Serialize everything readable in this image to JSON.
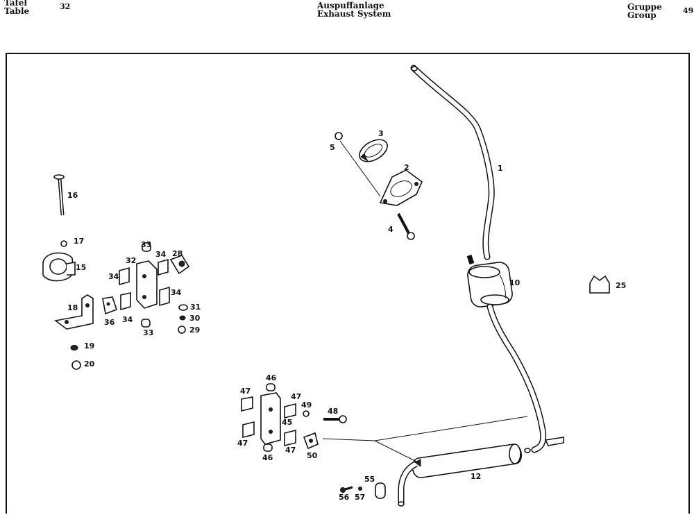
{
  "header": {
    "table_de": "Tafel",
    "table_en": "Table",
    "table_no": "32",
    "title_de": "Auspuffanlage",
    "title_en": "Exhaust System",
    "group_de": "Gruppe",
    "group_en": "Group",
    "group_no": "49"
  },
  "callouts": {
    "c1": "1",
    "c2": "2",
    "c3": "3",
    "c4": "4",
    "c5": "5",
    "c10": "10",
    "c12": "12",
    "c15": "15",
    "c16": "16",
    "c17": "17",
    "c18": "18",
    "c19": "19",
    "c20": "20",
    "c25": "25",
    "c28": "28",
    "c29": "29",
    "c30": "30",
    "c31": "31",
    "c32": "32",
    "c33a": "33",
    "c33b": "33",
    "c34a": "34",
    "c34b": "34",
    "c34c": "34",
    "c34d": "34",
    "c36": "36",
    "c45": "45",
    "c46a": "46",
    "c46b": "46",
    "c47a": "47",
    "c47b": "47",
    "c47c": "47",
    "c47d": "47",
    "c48": "48",
    "c49": "49",
    "c50": "50",
    "c55": "55",
    "c56": "56",
    "c57": "57"
  }
}
